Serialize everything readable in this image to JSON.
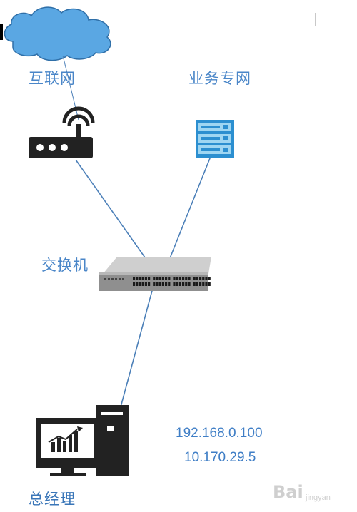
{
  "labels": {
    "internet": "互联网",
    "private_network": "业务专网",
    "switch": "交换机",
    "manager": "总经理"
  },
  "ips": [
    "192.168.0.100",
    "10.170.29.5"
  ],
  "watermark": {
    "brand": "Bai",
    "sub": "jingyan"
  },
  "colors": {
    "label_blue": "#4a86c8",
    "link_line": "#4b7fb8",
    "cloud_fill": "#5aa7e3",
    "server_fill": "#2c8fd0",
    "server_stripe": "#9fd6f2",
    "device_dark": "#222222"
  },
  "icons": [
    "cloud-icon",
    "router-icon",
    "server-icon",
    "switch-icon",
    "computer-icon"
  ]
}
